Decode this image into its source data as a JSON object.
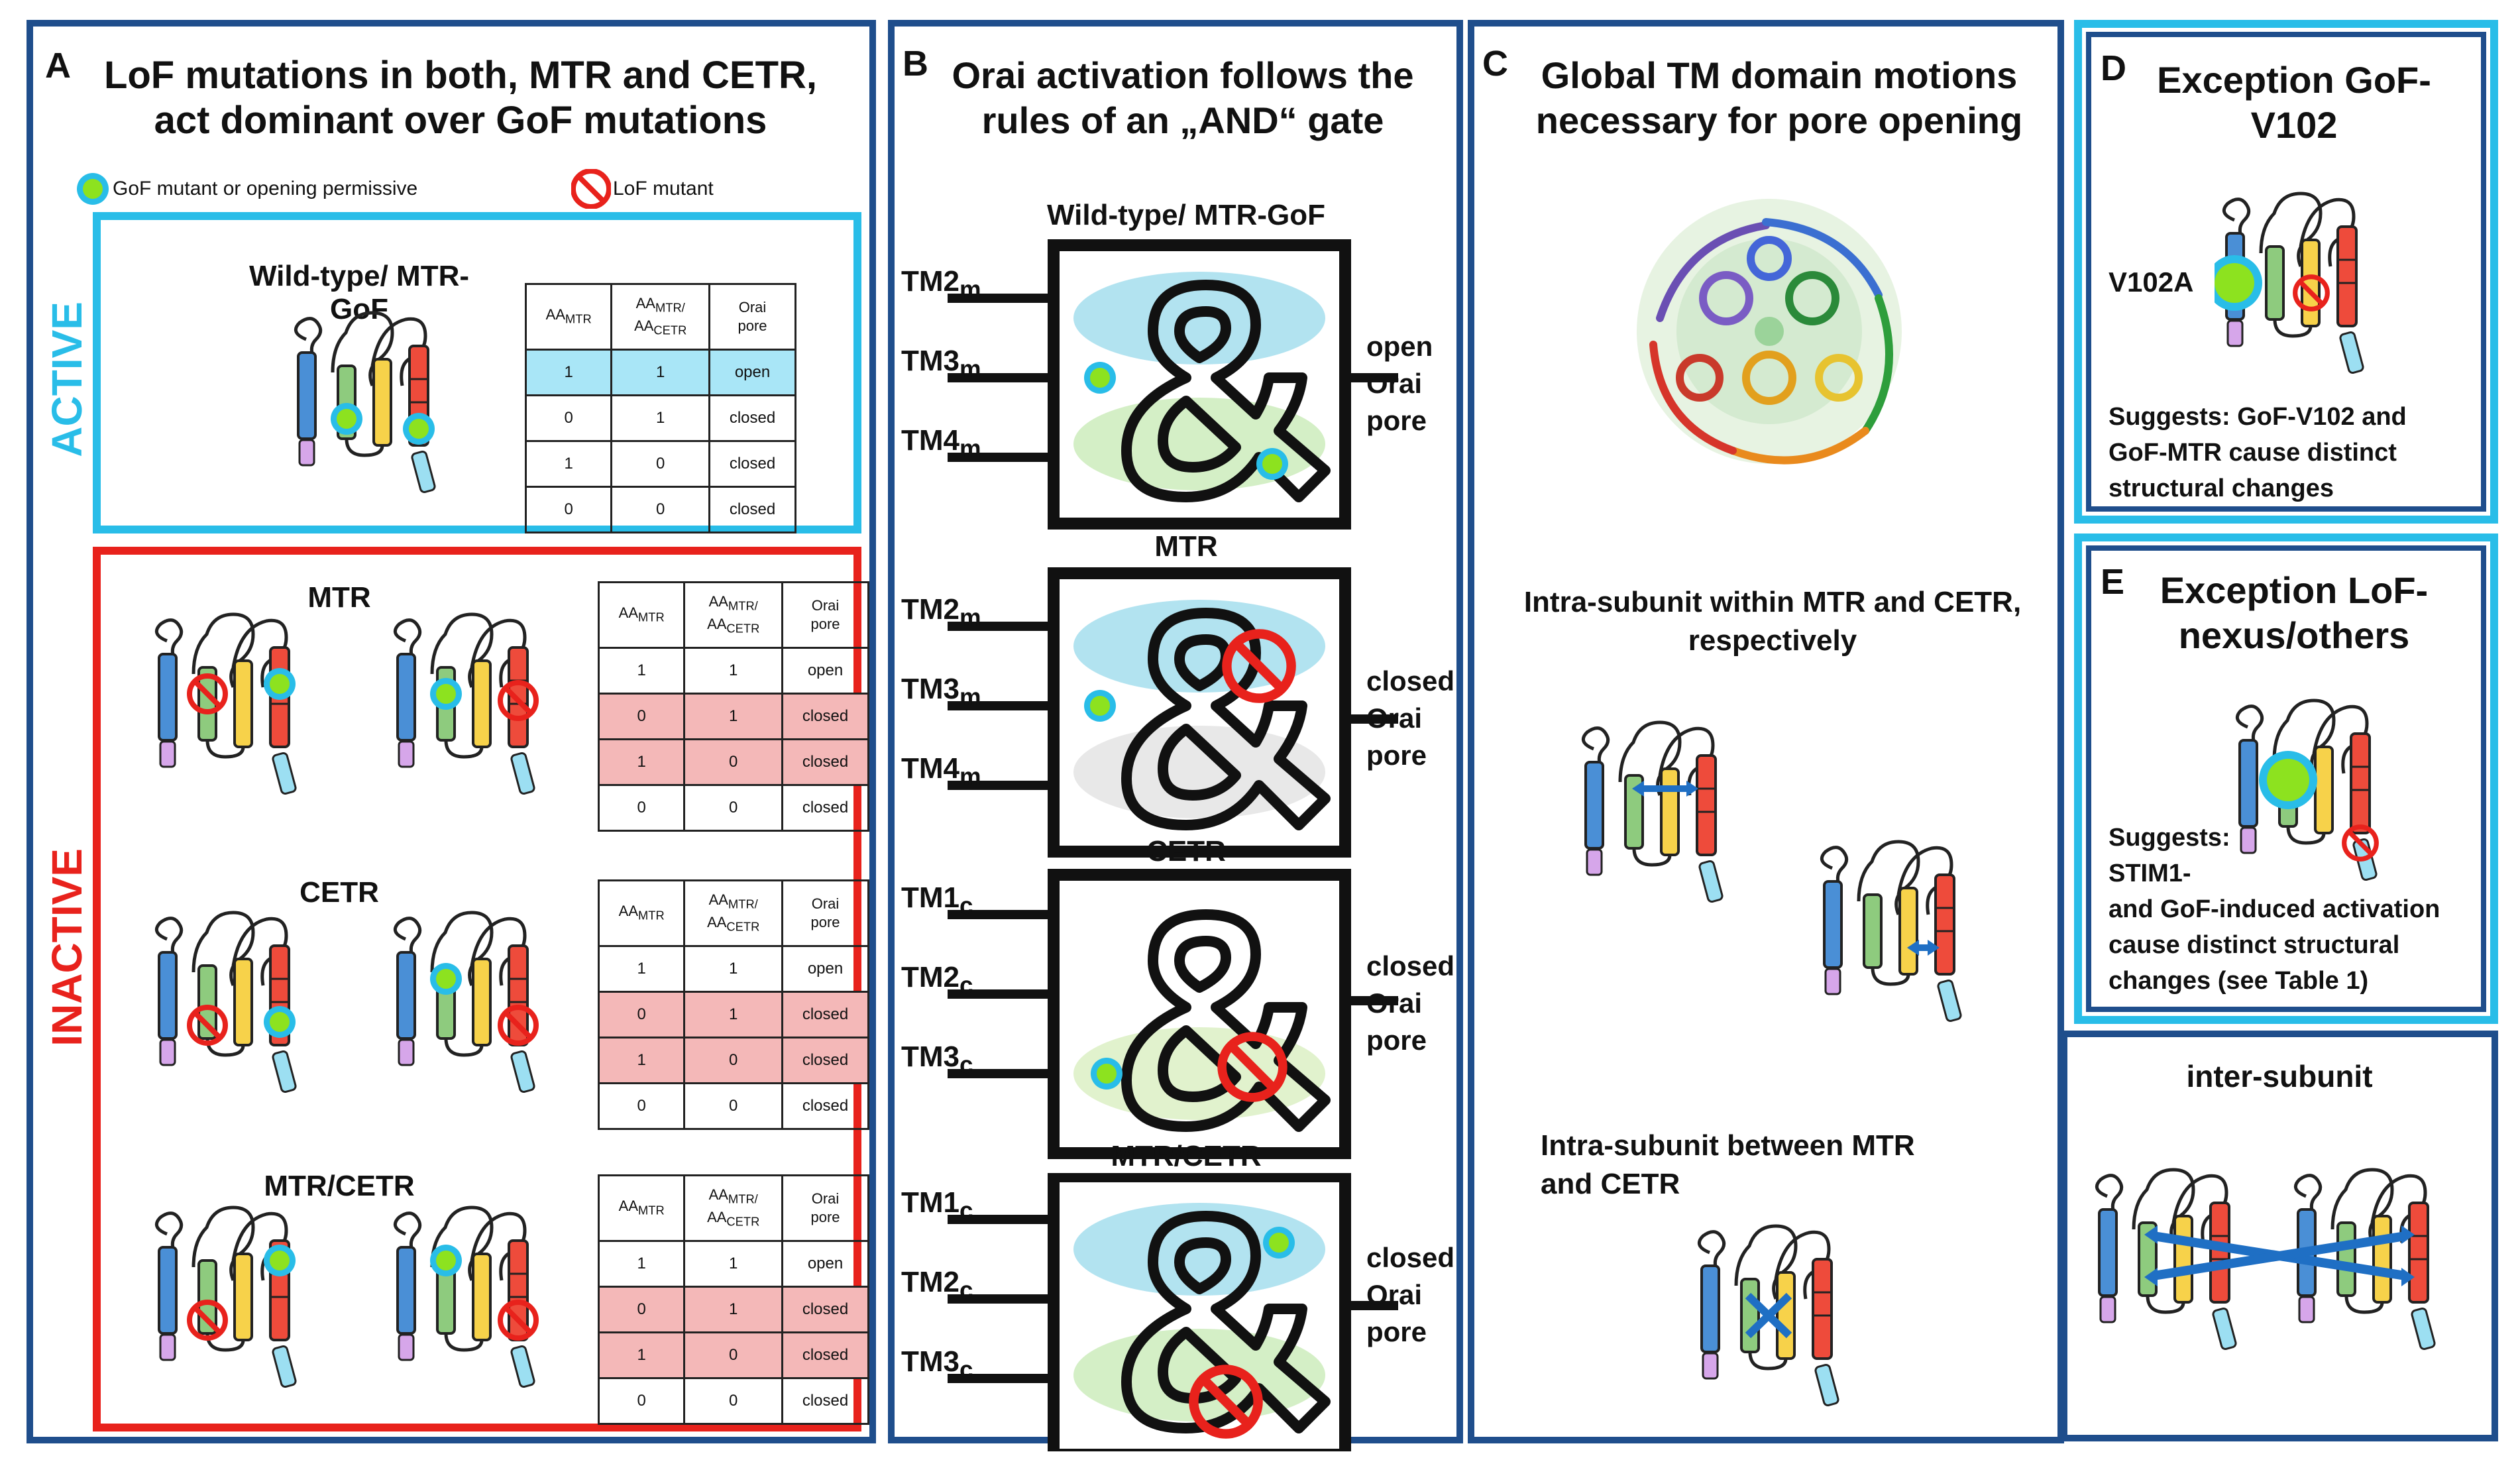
{
  "panel_a": {
    "letter": "A",
    "title_line1": "LoF mutations in both, MTR and CETR,",
    "title_line2": "act dominant over GoF mutations",
    "legend_gof": "GoF mutant or opening permissive",
    "legend_lof": "LoF mutant",
    "active_label": "ACTIVE",
    "inactive_label": "INACTIVE",
    "headers": [
      "AA",
      "MTR",
      "AA",
      "MTR/",
      "AA",
      "CETR",
      "Orai pore"
    ],
    "groups": [
      {
        "name": "Wild-type/ MTR-GoF",
        "rows": [
          [
            "1",
            "1",
            "open"
          ],
          [
            "0",
            "1",
            "closed"
          ],
          [
            "1",
            "0",
            "closed"
          ],
          [
            "0",
            "0",
            "closed"
          ]
        ]
      },
      {
        "name": "MTR",
        "rows": [
          [
            "1",
            "1",
            "open"
          ],
          [
            "0",
            "1",
            "closed"
          ],
          [
            "1",
            "0",
            "closed"
          ],
          [
            "0",
            "0",
            "closed"
          ]
        ]
      },
      {
        "name": "CETR",
        "rows": [
          [
            "1",
            "1",
            "open"
          ],
          [
            "0",
            "1",
            "closed"
          ],
          [
            "1",
            "0",
            "closed"
          ],
          [
            "0",
            "0",
            "closed"
          ]
        ]
      },
      {
        "name": "MTR/CETR",
        "rows": [
          [
            "1",
            "1",
            "open"
          ],
          [
            "0",
            "1",
            "closed"
          ],
          [
            "1",
            "0",
            "closed"
          ],
          [
            "0",
            "0",
            "closed"
          ]
        ]
      }
    ]
  },
  "panel_b": {
    "letter": "B",
    "title_line1": "Orai activation follows the",
    "title_line2": "rules of an „AND“ gate",
    "gates": [
      {
        "name": "Wild-type/ MTR-GoF",
        "inputs": [
          "TM2",
          "TM3",
          "TM4"
        ],
        "sub": "m",
        "output": [
          "open",
          "Orai",
          "pore"
        ]
      },
      {
        "name": "MTR",
        "inputs": [
          "TM2",
          "TM3",
          "TM4"
        ],
        "sub": "m",
        "output": [
          "closed",
          "Orai",
          "pore"
        ]
      },
      {
        "name": "CETR",
        "inputs": [
          "TM1",
          "TM2",
          "TM3"
        ],
        "sub": "c",
        "output": [
          "closed",
          "Orai",
          "pore"
        ]
      },
      {
        "name": "MTR/CETR",
        "inputs": [
          "TM1",
          "TM2",
          "TM3"
        ],
        "sub": "c",
        "output": [
          "closed",
          "Orai",
          "pore"
        ]
      }
    ]
  },
  "panel_c": {
    "letter": "C",
    "title_line1": "Global TM domain motions",
    "title_line2": "necessary for pore opening",
    "intra_within_1": "Intra-subunit within MTR and CETR,",
    "intra_within_2": "respectively",
    "intra_between_1": "Intra-subunit between MTR",
    "intra_between_2": "and CETR",
    "inter": "inter-subunit"
  },
  "panel_d": {
    "letter": "D",
    "title_line1": "Exception GoF-",
    "title_line2": "V102",
    "mutant_label": "V102A",
    "note_1": "Suggests: GoF-V102 and",
    "note_2": "GoF-MTR cause distinct",
    "note_3": "structural changes"
  },
  "panel_e": {
    "letter": "E",
    "title_line1": "Exception LoF-",
    "title_line2": "nexus/others",
    "note_1": "Suggests:",
    "note_2": "STIM1-",
    "note_3": "and GoF-induced activation",
    "note_4": "cause distinct structural",
    "note_5": "changes (see Table 1)"
  },
  "colors": {
    "frame": "#1f4e8c",
    "active": "#29bde8",
    "inactive": "#e8221c",
    "gof_ring": "#29bde8",
    "gof_fill": "#8de21f",
    "lof": "#e8221c",
    "helix_blue": "#4a8fd6",
    "helix_green": "#8ecb7e",
    "helix_yellow": "#f7d24a",
    "helix_red": "#ee4b3b",
    "helix_purple": "#d6a6ea",
    "tail_cyan": "#9cdff2"
  }
}
